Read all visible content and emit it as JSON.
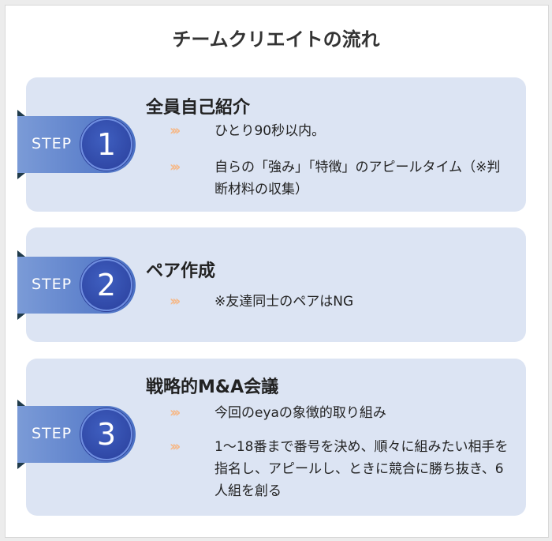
{
  "title": "チームクリエイトの流れ",
  "step_label": "STEP",
  "chevron": "›››",
  "steps": [
    {
      "number": "1",
      "heading": "全員自己紹介",
      "items": [
        "ひとり90秒以内。",
        "自らの「強み」「特徴」のアピールタイム（※判断材料の収集）"
      ]
    },
    {
      "number": "2",
      "heading": "ペア作成",
      "items": [
        "※友達同士のペアはNG"
      ]
    },
    {
      "number": "3",
      "heading": "戦略的M&A会議",
      "items": [
        "今回のeyaの象徴的取り組み",
        "1〜18番まで番号を決め、順々に組みたい相手を指名し、アピールし、ときに競合に勝ち抜き、6人組を創る"
      ]
    }
  ]
}
